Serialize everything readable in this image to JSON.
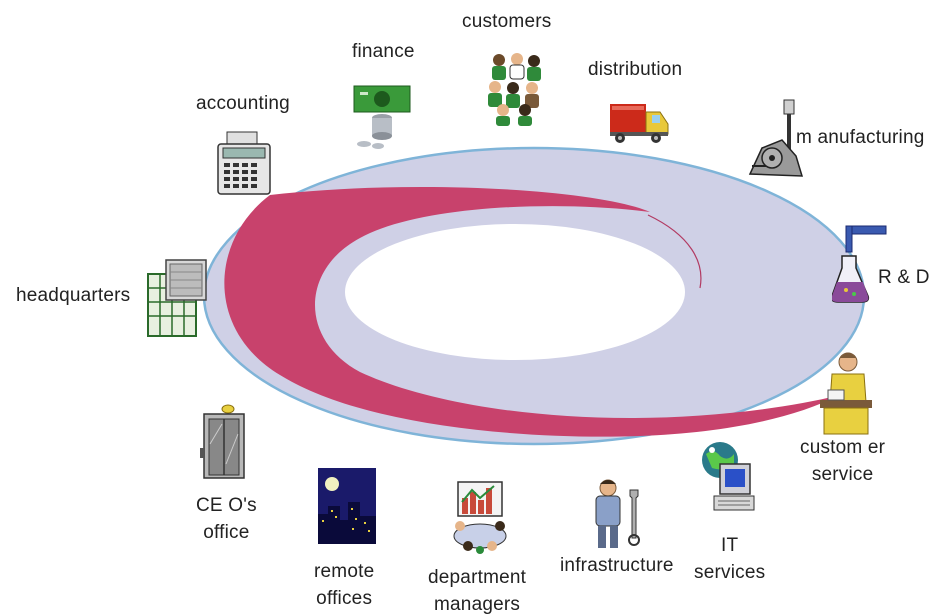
{
  "colors": {
    "ring_pink": "#c8426c",
    "ring_lavender": "#cfd0e6",
    "ring_outline": "#7fb4d8"
  },
  "nodes": {
    "customers": {
      "label": [
        "customers"
      ],
      "icon": "people-group-icon"
    },
    "finance": {
      "label": [
        "finance"
      ],
      "icon": "money-coins-icon"
    },
    "distribution": {
      "label": [
        "distribution"
      ],
      "icon": "delivery-truck-icon"
    },
    "accounting": {
      "label": [
        "accounting"
      ],
      "icon": "calculator-icon"
    },
    "manufacturing": {
      "label": [
        "m anufacturing"
      ],
      "icon": "factory-machine-icon"
    },
    "rd": {
      "label": [
        "R & D"
      ],
      "icon": "lab-flask-icon"
    },
    "headquarters": {
      "label": [
        "headquarters"
      ],
      "icon": "office-building-icon"
    },
    "customer_service": {
      "label": [
        "custom er",
        "service"
      ],
      "icon": "service-agent-icon"
    },
    "ceo_office": {
      "label": [
        "CE O's",
        "office"
      ],
      "icon": "elevator-door-icon"
    },
    "it_services": {
      "label": [
        "IT",
        "services"
      ],
      "icon": "computer-globe-icon"
    },
    "remote_offices": {
      "label": [
        "remote",
        "offices"
      ],
      "icon": "night-city-icon"
    },
    "infrastructure": {
      "label": [
        "infrastructure"
      ],
      "icon": "worker-wrench-icon"
    },
    "department_managers": {
      "label": [
        "department",
        "managers"
      ],
      "icon": "meeting-chart-icon"
    }
  }
}
